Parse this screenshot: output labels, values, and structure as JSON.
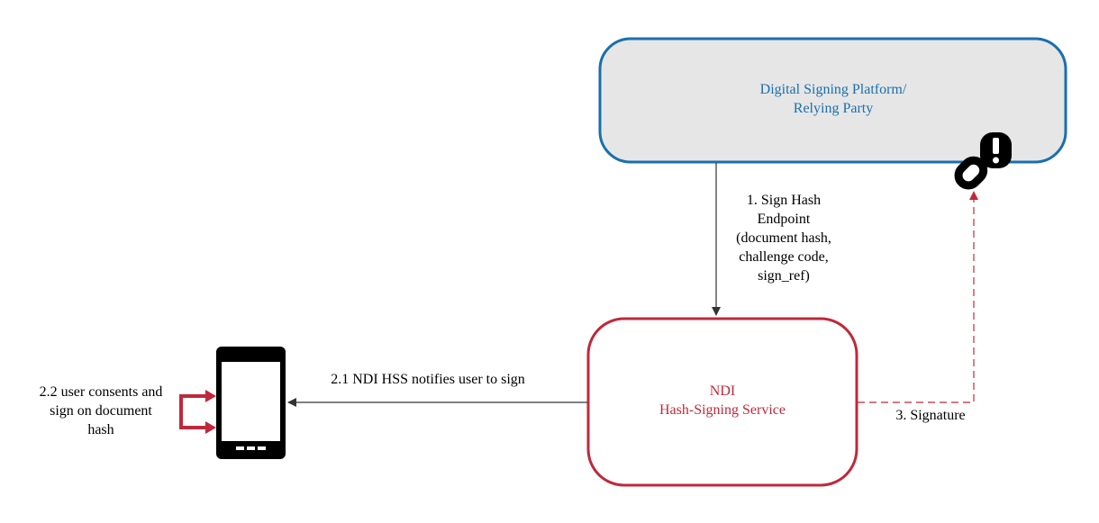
{
  "nodes": {
    "platform": {
      "line1": "Digital Signing Platform/",
      "line2": "Relying Party",
      "color": "#1a6fad",
      "fill": "#e6e6e6"
    },
    "hss": {
      "line1": "NDI",
      "line2": "Hash-Signing Service",
      "color": "#c0283b"
    },
    "phone": {
      "icon": "smartphone-icon"
    },
    "lock": {
      "icon": "link-alert-icon"
    }
  },
  "edges": {
    "sign_hash": [
      "1. Sign Hash",
      "Endpoint",
      "(document hash,",
      "challenge code,",
      "sign_ref)"
    ],
    "notify": "2.1 NDI HSS notifies user to sign",
    "consent": [
      "2.2  user consents and",
      "sign on document",
      "hash"
    ],
    "signature": "3. Signature"
  },
  "colors": {
    "arrow_dark": "#333333",
    "arrow_red": "#c0283b"
  }
}
